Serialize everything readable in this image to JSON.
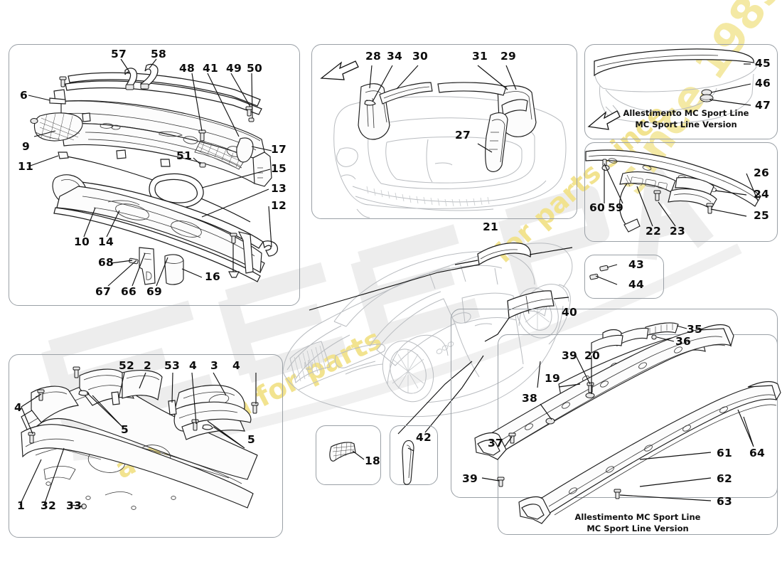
{
  "diagram": {
    "title": "Maserati GranTurismo body trim and shields exploded parts diagram",
    "type": "exploded-parts-diagram"
  },
  "watermark": {
    "line1": "a passion for parts",
    "line2": "for parts since",
    "line3": "since 1985",
    "color": "#f2e28a",
    "logo_color": "#eeeeee"
  },
  "captions": {
    "mc_sport_line": {
      "it": "Allestimento MC Sport Line",
      "en": "MC Sport Line Version"
    }
  },
  "panels": [
    {
      "id": "panel-cowl",
      "name": "cowl-and-scuttle-panel",
      "callouts": [
        "57",
        "58",
        "48",
        "41",
        "49",
        "50",
        "6",
        "9",
        "11",
        "51",
        "17",
        "15",
        "13",
        "12",
        "10",
        "14",
        "68",
        "67",
        "66",
        "69",
        "16"
      ]
    },
    {
      "id": "panel-trunk",
      "name": "luggage-compartment-trim-panel",
      "callouts": [
        "28",
        "34",
        "30",
        "31",
        "29",
        "27"
      ]
    },
    {
      "id": "panel-spoiler",
      "name": "mc-sport-line-spoiler-panel",
      "callouts": [
        "45",
        "46",
        "47"
      ],
      "caption": "mc_sport_line"
    },
    {
      "id": "panel-roof-rail",
      "name": "roof-rail-and-lamp-panel",
      "callouts": [
        "60",
        "59",
        "26",
        "24",
        "25",
        "22",
        "23"
      ]
    },
    {
      "id": "panel-clips",
      "name": "clips-panel",
      "callouts": [
        "43",
        "44"
      ]
    },
    {
      "id": "panel-underbody",
      "name": "underbody-shields-panel",
      "callouts": [
        "52",
        "2",
        "53",
        "4",
        "3",
        "4",
        "4",
        "5",
        "5",
        "1",
        "32",
        "33"
      ]
    },
    {
      "id": "panel-grille-insert",
      "name": "grille-insert-panel",
      "callouts": [
        "18"
      ]
    },
    {
      "id": "panel-trim-strip",
      "name": "trim-strip-panel",
      "callouts": [
        "42"
      ]
    },
    {
      "id": "panel-sill",
      "name": "side-sill-cover-panel",
      "callouts": [
        "35",
        "36",
        "39",
        "20",
        "19",
        "38",
        "37",
        "39"
      ]
    },
    {
      "id": "panel-sill-mc",
      "name": "mc-sport-line-sill-cover-panel",
      "callouts": [
        "61",
        "62",
        "63",
        "64"
      ],
      "caption": "mc_sport_line"
    },
    {
      "id": "panel-car",
      "name": "vehicle-overview-illustration",
      "callouts": [
        "21",
        "40"
      ]
    }
  ],
  "callouts": {
    "c57": "57",
    "c58": "58",
    "c48": "48",
    "c41": "41",
    "c49": "49",
    "c50": "50",
    "c6": "6",
    "c9": "9",
    "c11": "11",
    "c51": "51",
    "c17": "17",
    "c15": "15",
    "c13": "13",
    "c12": "12",
    "c10": "10",
    "c14": "14",
    "c68": "68",
    "c67": "67",
    "c66": "66",
    "c69": "69",
    "c16": "16",
    "c28": "28",
    "c34": "34",
    "c30": "30",
    "c31": "31",
    "c29": "29",
    "c27": "27",
    "c45": "45",
    "c46": "46",
    "c47": "47",
    "c60": "60",
    "c59": "59",
    "c26": "26",
    "c24": "24",
    "c25": "25",
    "c22": "22",
    "c23": "23",
    "c43": "43",
    "c44": "44",
    "c52": "52",
    "c2": "2",
    "c53": "53",
    "c4a": "4",
    "c4b": "4",
    "c4c": "4",
    "c3": "3",
    "c5a": "5",
    "c5b": "5",
    "c1": "1",
    "c32": "32",
    "c33": "33",
    "c18": "18",
    "c42": "42",
    "c35": "35",
    "c36": "36",
    "c39a": "39",
    "c20": "20",
    "c19": "19",
    "c38": "38",
    "c37": "37",
    "c39b": "39",
    "c61": "61",
    "c62": "62",
    "c63": "63",
    "c64": "64",
    "c21": "21",
    "c40": "40"
  }
}
